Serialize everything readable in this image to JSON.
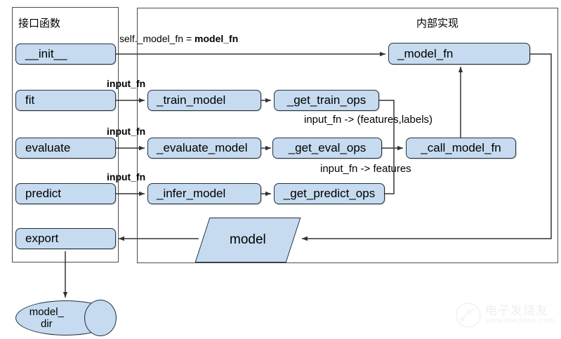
{
  "diagram": {
    "title_left": "接口函数",
    "title_right": "内部实现",
    "colors": {
      "node_fill": "#c6dbef",
      "node_stroke": "#23313f",
      "panel_stroke": "#4d4d4d",
      "wire": "#333333"
    }
  },
  "interface_nodes": [
    {
      "id": "init",
      "label": "__init__"
    },
    {
      "id": "fit",
      "label": "fit"
    },
    {
      "id": "evaluate",
      "label": "evaluate"
    },
    {
      "id": "predict",
      "label": "predict"
    },
    {
      "id": "export",
      "label": "export"
    }
  ],
  "internal_nodes": [
    {
      "id": "model_fn",
      "label": "_model_fn"
    },
    {
      "id": "train_model",
      "label": "_train_model"
    },
    {
      "id": "get_train_ops",
      "label": "_get_train_ops"
    },
    {
      "id": "evaluate_model",
      "label": "_evaluate_model"
    },
    {
      "id": "get_eval_ops",
      "label": "_get_eval_ops"
    },
    {
      "id": "call_model_fn",
      "label": "_call_model_fn"
    },
    {
      "id": "infer_model",
      "label": "_infer_model"
    },
    {
      "id": "get_predict_ops",
      "label": "_get_predict_ops"
    }
  ],
  "artifacts": {
    "model": "model",
    "model_dir_line1": "model_",
    "model_dir_line2": "dir"
  },
  "edge_labels": {
    "init_assign_plain": "self._model_fn = ",
    "init_assign_bold": "model_fn",
    "input_fn_fit": "input_fn",
    "input_fn_evaluate": "input_fn",
    "input_fn_predict": "input_fn",
    "features_labels": "input_fn -> (features,labels)",
    "features": "input_fn -> features"
  },
  "watermark": {
    "cn": "电子发烧友",
    "url": "www.elecfans.com"
  }
}
